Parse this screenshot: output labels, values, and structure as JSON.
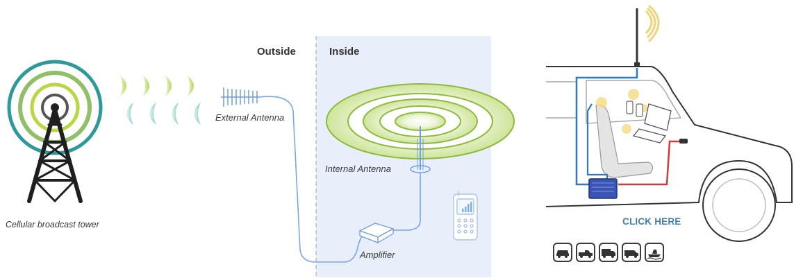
{
  "labels": {
    "outside": "Outside",
    "inside": "Inside",
    "external_antenna": "External Antenna",
    "internal_antenna": "Internal Antenna",
    "amplifier": "Amplifier",
    "tower": "Cellular broadcast tower",
    "click_here": "CLICK HERE"
  },
  "vehicle_icons": [
    "car-icon",
    "pickup-truck-icon",
    "box-truck-icon",
    "suv-icon",
    "boat-icon"
  ],
  "colors": {
    "inside_panel": "#e8eefa",
    "cable_blue": "#7aa7e6",
    "vehicle_cable_blue": "#2f78c4",
    "vehicle_cable_red": "#d23a3a",
    "signal_green": "#a8cf45",
    "signal_teal": "#2c9a98",
    "signal_yellow": "#f3d37a"
  }
}
